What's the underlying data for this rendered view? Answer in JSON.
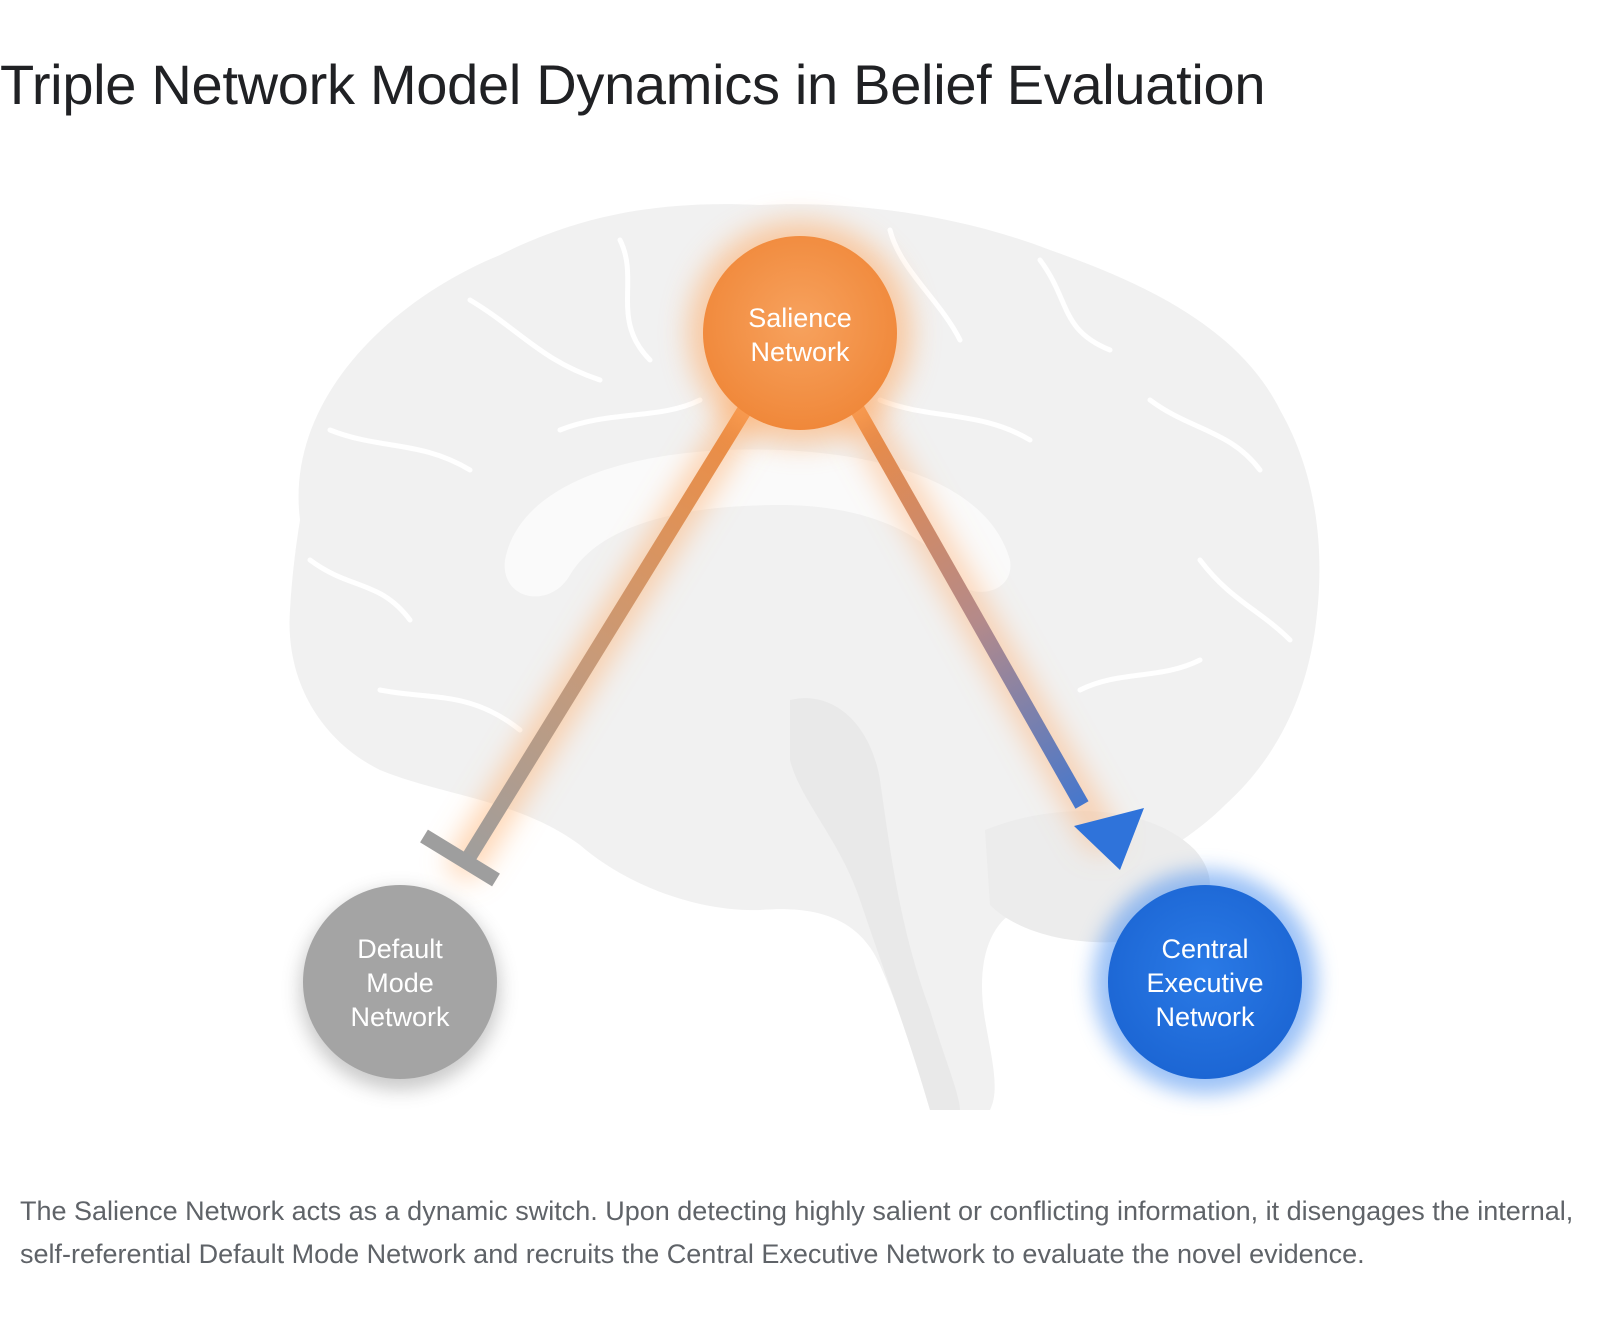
{
  "title": "Triple Network Model Dynamics in Belief Evaluation",
  "background_icon": "brain-silhouette-icon",
  "nodes": {
    "salience": {
      "lines": [
        "Salience",
        "Network"
      ],
      "color": "#f28b3c"
    },
    "default_mode": {
      "lines": [
        "Default",
        "Mode",
        "Network"
      ],
      "color": "#a4a4a4"
    },
    "central_executive": {
      "lines": [
        "Central",
        "Executive",
        "Network"
      ],
      "color": "#1f6fdc"
    }
  },
  "connections": [
    {
      "from": "salience",
      "to": "default_mode",
      "type": "inhibits",
      "end_marker": "t-bar-icon"
    },
    {
      "from": "salience",
      "to": "central_executive",
      "type": "activates",
      "end_marker": "arrowhead-icon"
    }
  ],
  "caption": "The Salience Network acts as a dynamic switch. Upon detecting highly salient or conflicting information, it disengages the internal, self-referential Default Mode Network and recruits the Central Executive Network to evaluate the novel evidence."
}
